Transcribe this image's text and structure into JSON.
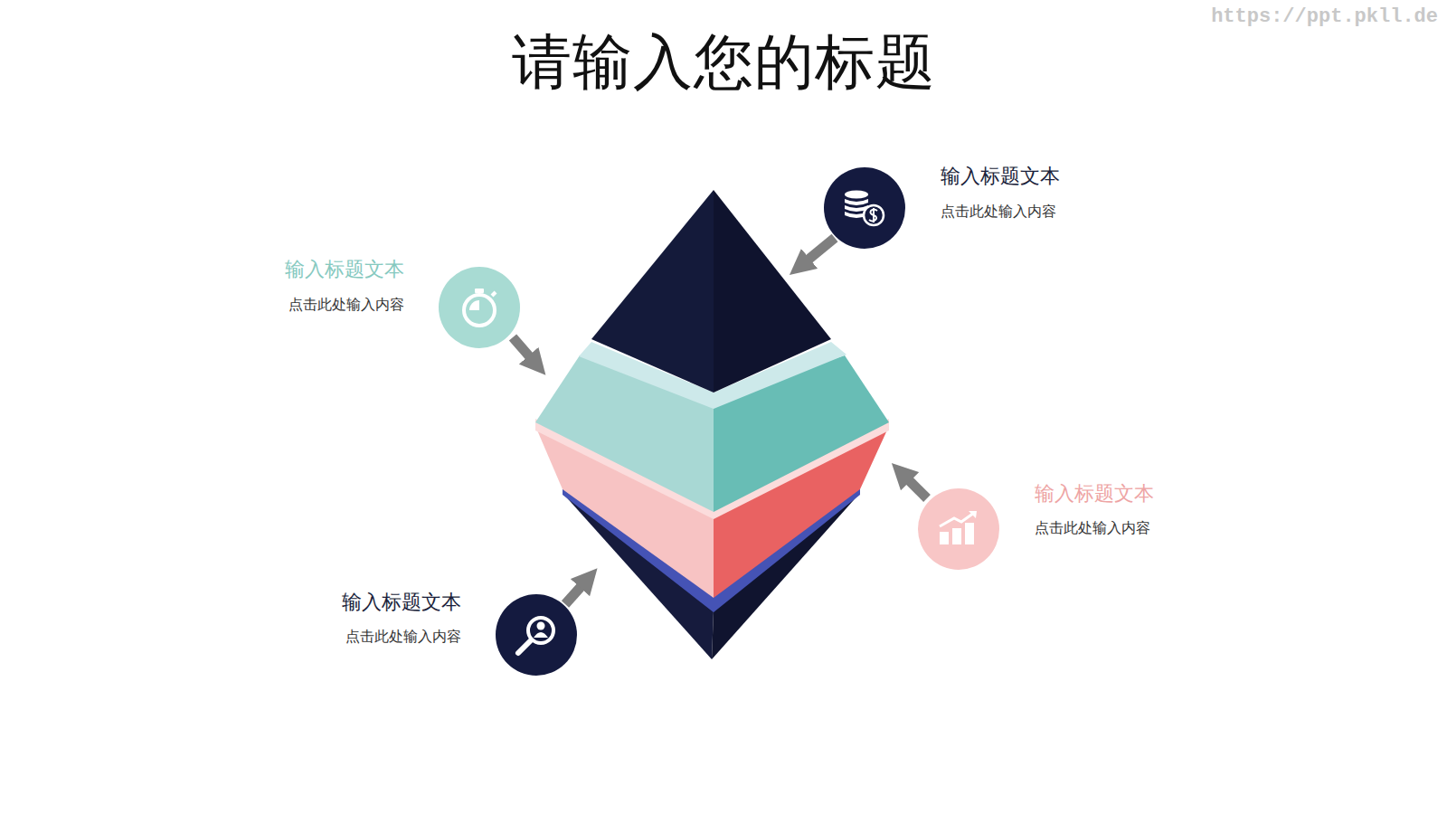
{
  "diagram": {
    "title": "请输入您的标题",
    "nodes": [
      {
        "text": [
          "输入标题文本",
          "点击此处输入内容"
        ]
      },
      {
        "text": [
          "输入标题文本",
          "点击此处输入内容"
        ]
      },
      {
        "text": [
          "输入标题文本",
          "点击此处输入内容"
        ]
      },
      {
        "text": [
          "输入标题文本",
          "点击此处输入内容"
        ]
      }
    ],
    "labels": [
      "https://ppt.pkll.de"
    ]
  }
}
